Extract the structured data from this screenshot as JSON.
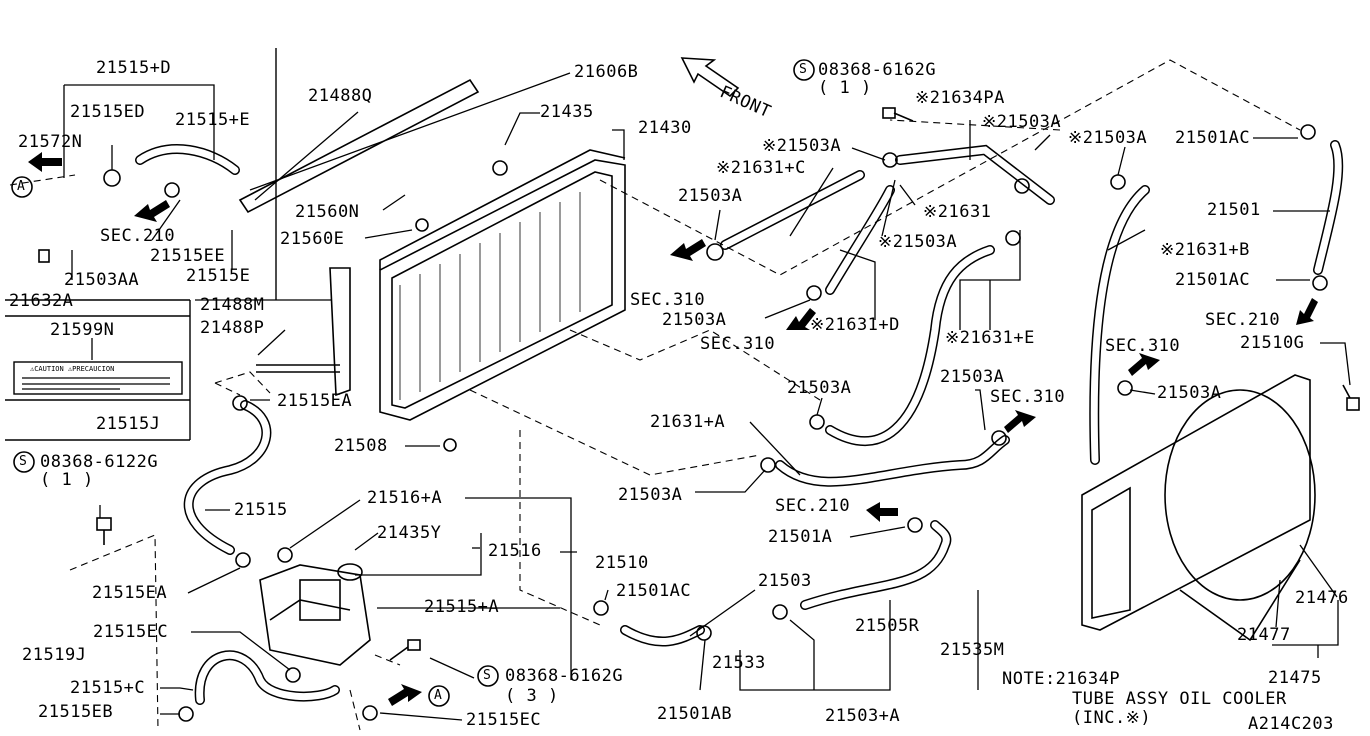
{
  "labels": {
    "l_21515D": "21515+D",
    "l_21515ED": "21515ED",
    "l_21515E_plus": "21515+E",
    "l_21572N": "21572N",
    "l_A_left": "A",
    "l_sec210_left": "SEC.210",
    "l_21515EE": "21515EE",
    "l_21503AA": "21503AA",
    "l_21515E": "21515E",
    "l_21632A": "21632A",
    "l_21599N": "21599N",
    "l_caution": "⚠CAUTION  ⚠PRECAUCION",
    "l_21515J": "21515J",
    "l_21488Q": "21488Q",
    "l_21606B": "21606B",
    "l_21435": "21435",
    "l_21430": "21430",
    "l_21560N": "21560N",
    "l_21560E": "21560E",
    "l_21488M": "21488M",
    "l_21488P": "21488P",
    "l_21515EA_top": "21515EA",
    "l_21508": "21508",
    "l_front": "FRONT",
    "l_s_bolt_top": "S",
    "l_08368_6162G_top": "08368-6162G",
    "l_qty1_top": "( 1 )",
    "l_21634PA": "※21634PA",
    "l_21503A_r1": "※21503A",
    "l_21503A_r2": "※21503A",
    "l_21501AC_top": "21501AC",
    "l_21503A_m1": "※21503A",
    "l_21631C": "※21631+C",
    "l_21503A_plain1": "21503A",
    "l_21631": "※21631",
    "l_21503A_m2": "※21503A",
    "l_sec310_1": "SEC.310",
    "l_21503A_plain2": "21503A",
    "l_21631D": "※21631+D",
    "l_sec310_2": "SEC.310",
    "l_21631E": "※21631+E",
    "l_21501": "21501",
    "l_21631B": "※21631+B",
    "l_21501AC_mid": "21501AC",
    "l_sec210_right": "SEC.210",
    "l_21510G": "21510G",
    "l_sec310_3": "SEC.310",
    "l_21503A_right": "21503A",
    "l_21503A_c1": "21503A",
    "l_21503A_c2": "21503A",
    "l_sec310_4": "SEC.310",
    "l_21631A": "21631+A",
    "l_21503A_c3": "21503A",
    "l_sec210_mid": "SEC.210",
    "l_21501A": "21501A",
    "l_s_bolt_left": "S",
    "l_08368_6122G": "08368-6122G",
    "l_qty1_left": "( 1 )",
    "l_21515": "21515",
    "l_21516A": "21516+A",
    "l_21435Y": "21435Y",
    "l_21516": "21516",
    "l_21510": "21510",
    "l_21515EA_bot": "21515EA",
    "l_21515A": "21515+A",
    "l_21501AC_bot": "21501AC",
    "l_21503": "21503",
    "l_21519J": "21519J",
    "l_21515EC_top": "21515EC",
    "l_21515C": "21515+C",
    "l_21515EB": "21515EB",
    "l_s_bolt_bot": "S",
    "l_08368_6162G_bot": "08368-6162G",
    "l_qty3": "( 3 )",
    "l_A_bot": "A",
    "l_21515EC_bot": "21515EC",
    "l_21533": "21533",
    "l_21505R": "21505R",
    "l_21535M": "21535M",
    "l_21501AB": "21501AB",
    "l_21503A_plus": "21503+A",
    "l_21476": "21476",
    "l_21477": "21477",
    "l_21475": "21475",
    "l_note": "NOTE:21634P",
    "l_tube": "TUBE ASSY OIL COOLER",
    "l_inc": "(INC.※)",
    "l_code": "A214C203"
  }
}
